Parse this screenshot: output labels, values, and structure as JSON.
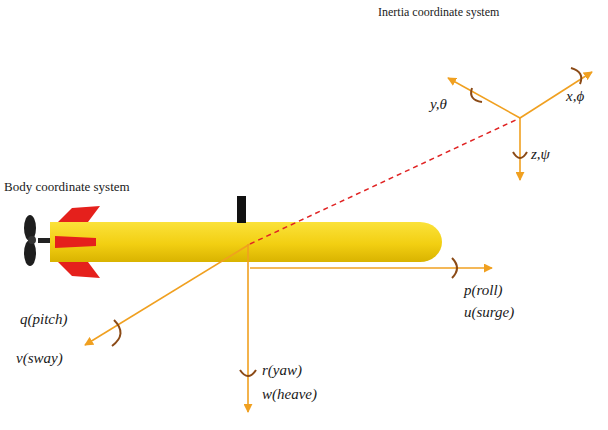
{
  "diagram": {
    "labels": [
      "Inertia coordinate system",
      "x,ϕ",
      "y,θ",
      "z,ψ",
      "Body coordinate system",
      "p(roll)",
      "u(surge)",
      "q(pitch)",
      "v(sway)",
      "r(yaw)",
      "w(heave)"
    ]
  }
}
